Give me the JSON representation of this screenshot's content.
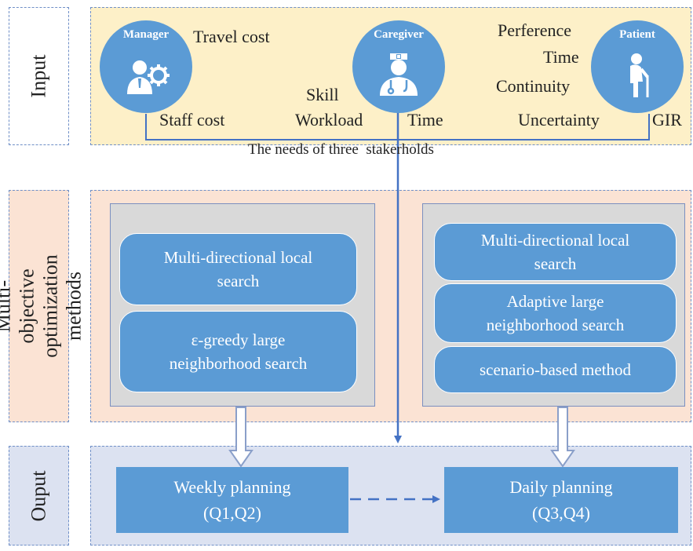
{
  "input": {
    "label": "Input",
    "manager": {
      "title": "Manager",
      "icon": "manager-gear-icon"
    },
    "caregiver": {
      "title": "Caregiver",
      "icon": "doctor-icon"
    },
    "patient": {
      "title": "Patient",
      "icon": "elderly-person-icon"
    },
    "needs": {
      "travel_cost": "Travel cost",
      "staff_cost": "Staff cost",
      "skill": "Skill",
      "workload": "Workload",
      "time_caregiver": "Time",
      "perference": "Perference",
      "time_patient": "Time",
      "continuity": "Continuity",
      "uncertainty": "Uncertainty",
      "gir": "GIR"
    },
    "caption": "The needs of three  stakerholds"
  },
  "methods": {
    "label": "Multi-objective\noptimization methods",
    "left": [
      "Multi-directional local\nsearch",
      "ε-greedy large\nneighborhood search"
    ],
    "right": [
      "Multi-directional local\nsearch",
      "Adaptive large\nneighborhood search",
      "scenario-based method"
    ]
  },
  "output": {
    "label": "Ouput",
    "weekly": "Weekly planning\n(Q1,Q2)",
    "daily": "Daily planning\n(Q3,Q4)"
  },
  "colors": {
    "input_bg": "#fdf0c8",
    "methods_bg": "#fbe3d4",
    "output_bg": "#dce2f1",
    "blue": "#5b9bd5",
    "panel": "#d9d9d9",
    "dash": "#6f8fc7"
  }
}
